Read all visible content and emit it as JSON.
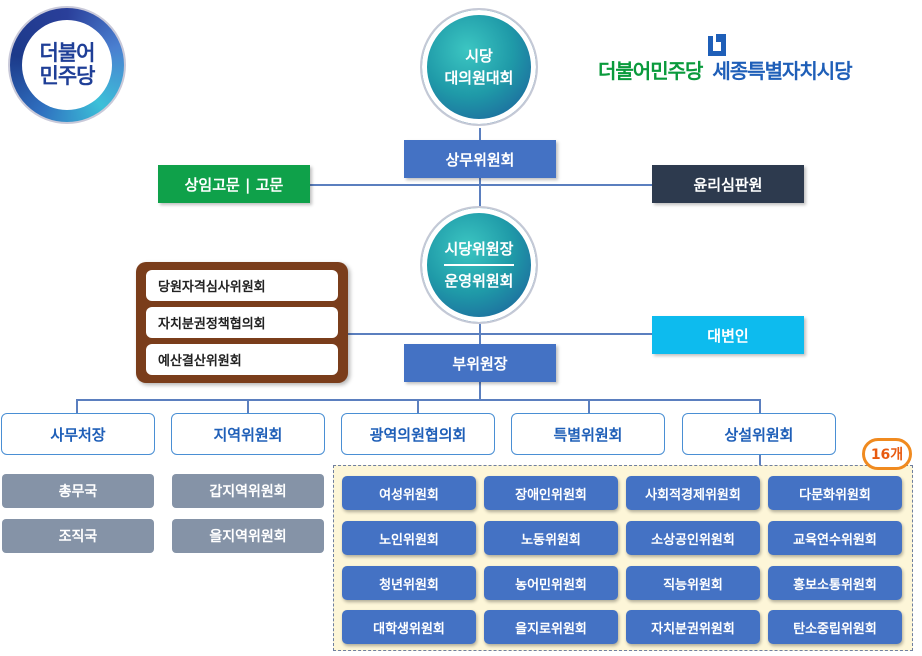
{
  "logo": {
    "line1": "더불어",
    "line2": "민주당"
  },
  "brand": {
    "party": "더불어민주당",
    "city": "세종특별자치시당"
  },
  "top_circle": {
    "line1": "시당",
    "line2": "대의원대회"
  },
  "executive_committee": "상무위원회",
  "advisors": "상임고문 | 고문",
  "ethics": "윤리심판원",
  "chair_circle": {
    "top": "시당위원장",
    "bottom": "운영위원회"
  },
  "chair_committees": [
    "당원자격심사위원회",
    "자치분권정책협의회",
    "예산결산위원회"
  ],
  "spokesperson": "대변인",
  "vice_chair": "부위원장",
  "departments": [
    "사무처장",
    "지역위원회",
    "광역의원협의회",
    "특별위원회",
    "상설위원회"
  ],
  "secretariat_subunits": [
    "총무국",
    "조직국"
  ],
  "regional_subunits": [
    "갑지역위원회",
    "을지역위원회"
  ],
  "committee_count_badge": "16개",
  "standing_committees": [
    [
      "여성위원회",
      "장애인위원회",
      "사회적경제위원회",
      "다문화위원회"
    ],
    [
      "노인위원회",
      "노동위원회",
      "소상공인위원회",
      "교육연수위원회"
    ],
    [
      "청년위원회",
      "농어민위원회",
      "직능위원회",
      "홍보소통위원회"
    ],
    [
      "대학생위원회",
      "을지로위원회",
      "자치분권위원회",
      "탄소중립위원회"
    ]
  ],
  "colors": {
    "blue": "#4472c4",
    "green": "#0fa14a",
    "dark": "#2d3a4e",
    "cyan": "#0dbbee",
    "brown": "#7a3d1b",
    "gray": "#8593a7",
    "badge_orange": "#f08a1f"
  }
}
